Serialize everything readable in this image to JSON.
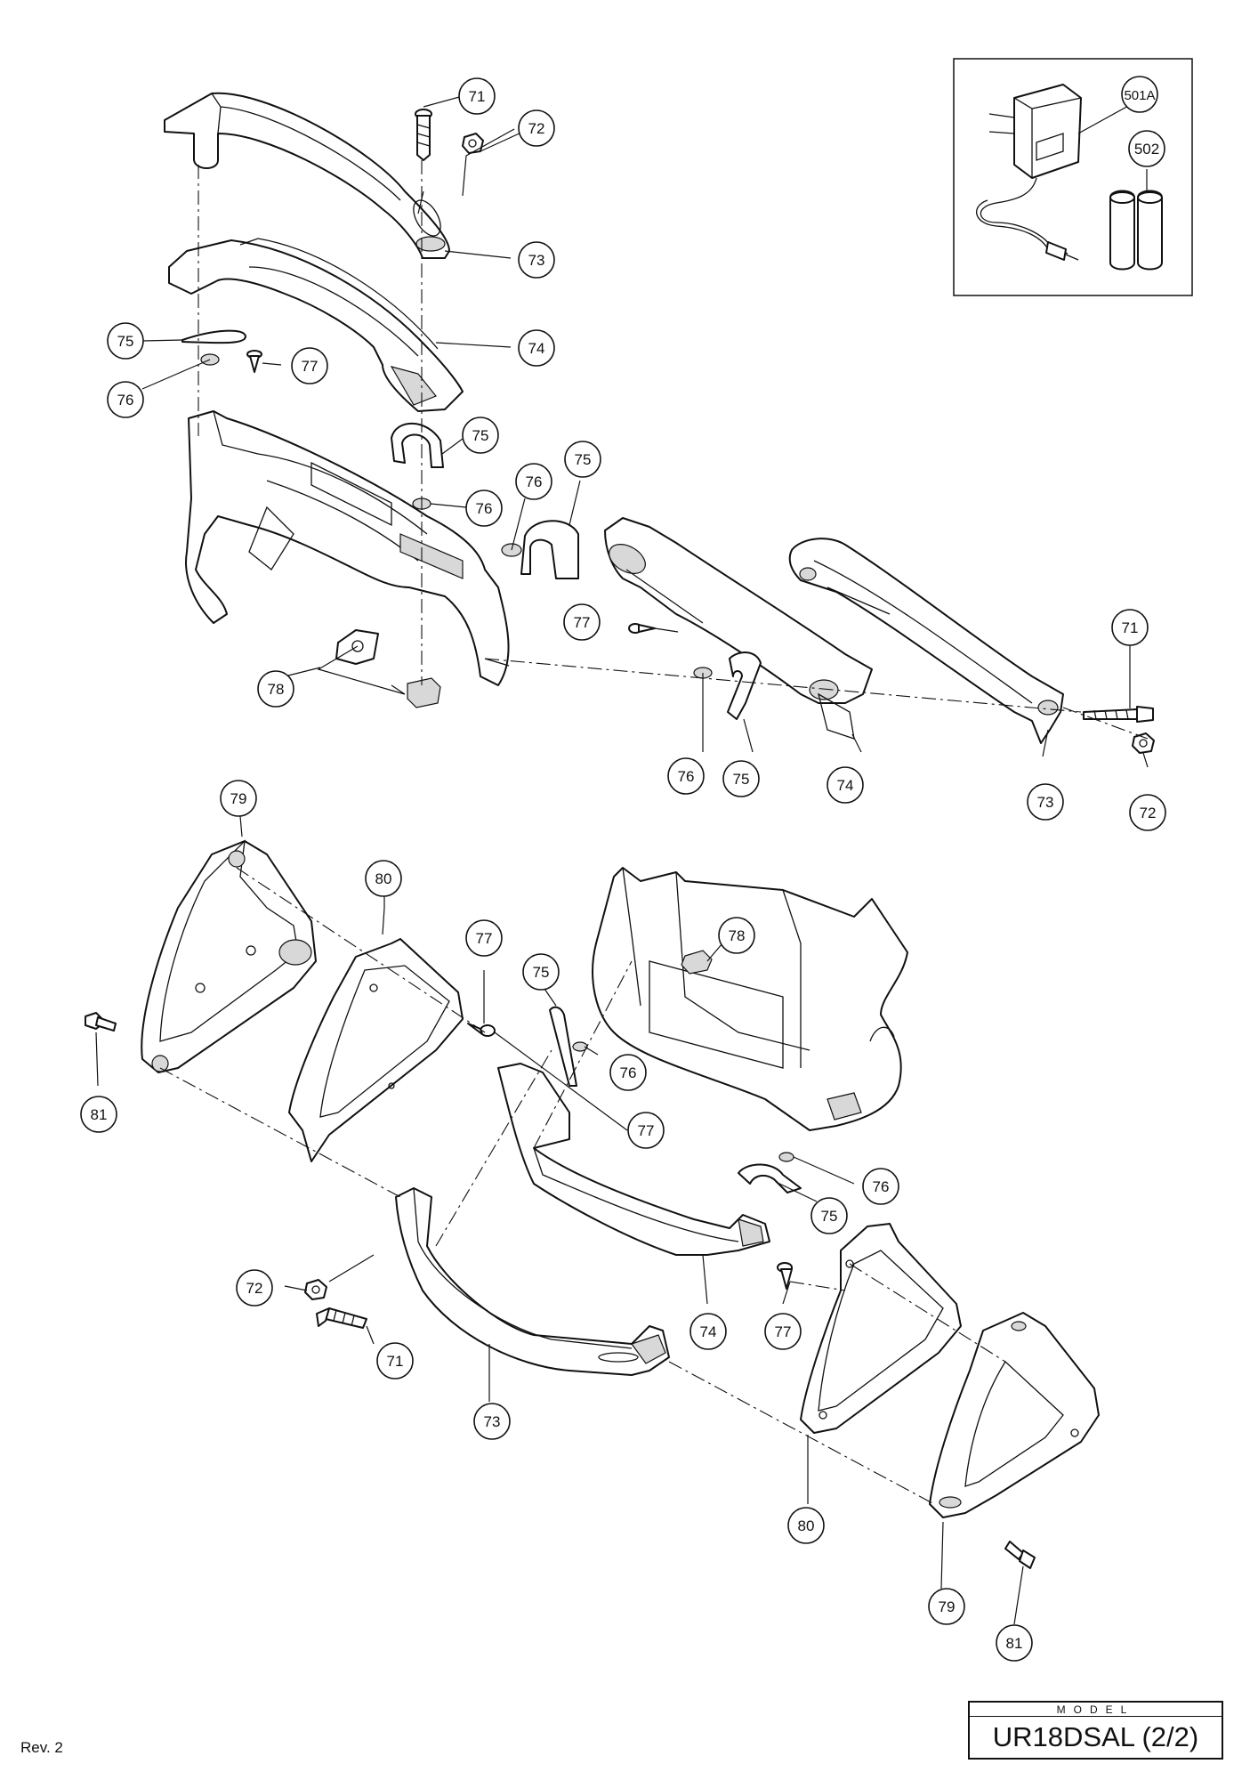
{
  "footer": {
    "revision": "Rev. 2",
    "model_label": "MODEL",
    "model_name": "UR18DSAL (2/2)"
  },
  "callouts": [
    {
      "label": "71",
      "part": "screw"
    },
    {
      "label": "72",
      "part": "nut"
    },
    {
      "label": "73",
      "part": "handle"
    },
    {
      "label": "74",
      "part": "handle-cover"
    },
    {
      "label": "75",
      "part": "clip"
    },
    {
      "label": "76",
      "part": "washer"
    },
    {
      "label": "77",
      "part": "tapping-screw"
    },
    {
      "label": "78",
      "part": "rubber-foot"
    },
    {
      "label": "79",
      "part": "side-cover"
    },
    {
      "label": "80",
      "part": "side-plate"
    },
    {
      "label": "81",
      "part": "bolt"
    },
    {
      "label": "501A",
      "part": "ac-adapter"
    },
    {
      "label": "502",
      "part": "batteries"
    }
  ],
  "icons": [
    "ac-adapter-icon",
    "battery-icon",
    "screw-icon",
    "nut-icon",
    "washer-icon"
  ]
}
